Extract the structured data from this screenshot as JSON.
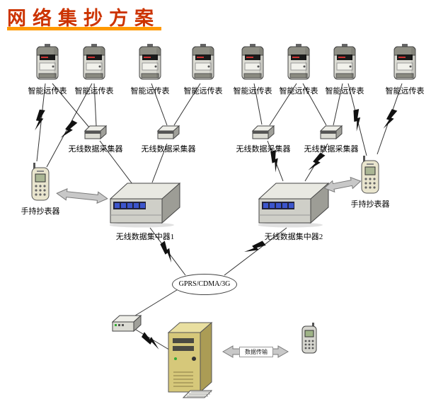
{
  "title": "网络集抄方案",
  "colors": {
    "title": "#cc3300",
    "underline": "#ff9900",
    "arrow": "#c8c8c8"
  },
  "meters": [
    {
      "label": "智能远传表"
    },
    {
      "label": "智能远传表"
    },
    {
      "label": "智能远传表"
    },
    {
      "label": "智能远传表"
    },
    {
      "label": "智能远传表"
    },
    {
      "label": "智能远传表"
    },
    {
      "label": "智能远传表"
    },
    {
      "label": "智能远传表"
    }
  ],
  "collectors": [
    {
      "label": "无线数据采集器"
    },
    {
      "label": "无线数据采集器"
    },
    {
      "label": "无线数据采集器"
    },
    {
      "label": "无线数据采集器"
    }
  ],
  "handhelds": [
    {
      "label": "手持抄表器"
    },
    {
      "label": "手持抄表器"
    }
  ],
  "concentrators": [
    {
      "label": "无线数据集中器1"
    },
    {
      "label": "无线数据集中器2"
    }
  ],
  "network_node": {
    "label": "GPRS/CDMA/3G"
  },
  "link_label": {
    "label": "数据传输"
  }
}
